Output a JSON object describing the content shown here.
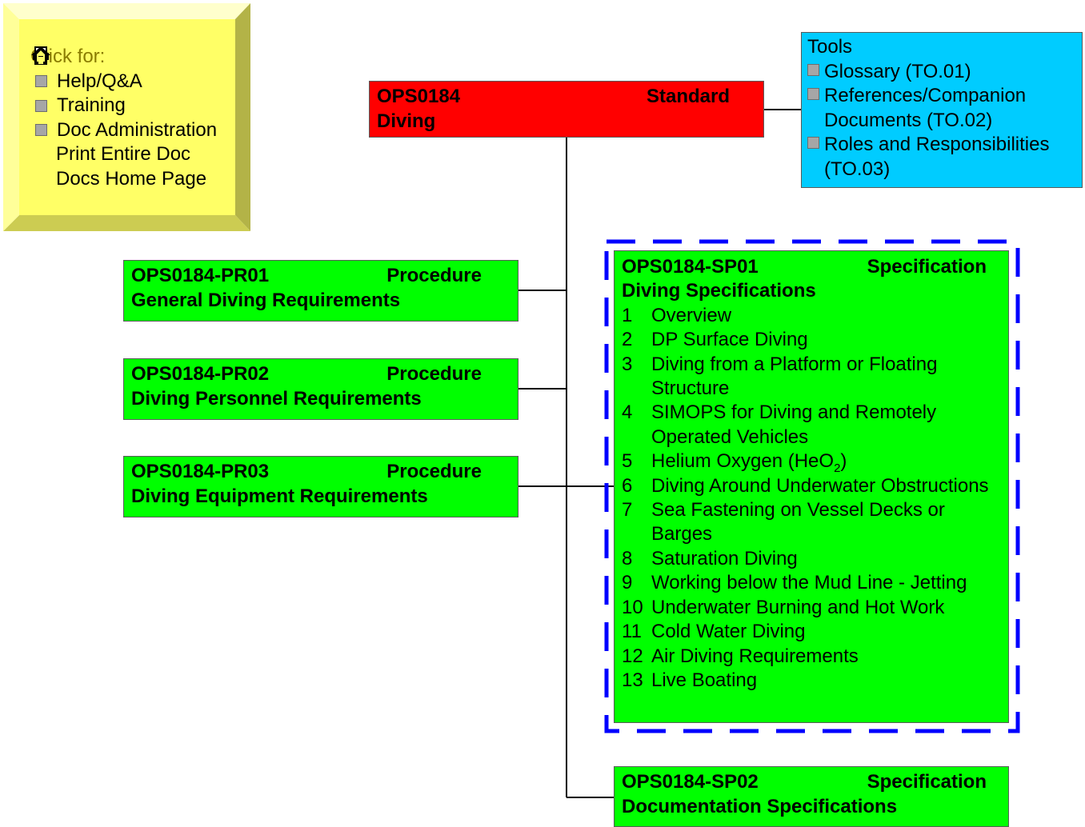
{
  "help_panel": {
    "title": "Click for:",
    "items": [
      {
        "label": "Help/Q&A",
        "icon": "square-bullet-icon"
      },
      {
        "label": "Training",
        "icon": "square-bullet-icon"
      },
      {
        "label": "Doc Administration",
        "icon": "square-bullet-icon"
      },
      {
        "label": "Print Entire Doc",
        "icon": "printer-icon"
      },
      {
        "label": "Docs Home Page",
        "icon": "home-icon"
      }
    ]
  },
  "standard": {
    "code": "OPS0184",
    "type": "Standard",
    "title": "Diving"
  },
  "tools": {
    "title": "Tools",
    "items": [
      {
        "label": "Glossary (TO.01)"
      },
      {
        "label": "References/Companion Documents (TO.02)"
      },
      {
        "label": "Roles and Responsibilities (TO.03)"
      }
    ]
  },
  "procedures": [
    {
      "code": "OPS0184-PR01",
      "type": "Procedure",
      "title": "General Diving Requirements"
    },
    {
      "code": "OPS0184-PR02",
      "type": "Procedure",
      "title": "Diving Personnel Requirements"
    },
    {
      "code": "OPS0184-PR03",
      "type": "Procedure",
      "title": "Diving Equipment Requirements"
    }
  ],
  "specifications": [
    {
      "code": "OPS0184-SP01",
      "type": "Specification",
      "title": "Diving Specifications",
      "sections": [
        {
          "num": "1",
          "title": "Overview"
        },
        {
          "num": "2",
          "title": "DP Surface Diving"
        },
        {
          "num": "3",
          "title": "Diving from a Platform or Floating Structure"
        },
        {
          "num": "4",
          "title": "SIMOPS for Diving and Remotely Operated Vehicles"
        },
        {
          "num": "5",
          "title": "Helium Oxygen (HeO",
          "subscript": "2",
          "suffix": ")"
        },
        {
          "num": "6",
          "title": "Diving Around Underwater Obstructions"
        },
        {
          "num": "7",
          "title": "Sea Fastening on Vessel Decks or Barges"
        },
        {
          "num": "8",
          "title": "Saturation Diving"
        },
        {
          "num": "9",
          "title": "Working below the Mud Line - Jetting"
        },
        {
          "num": "10",
          "title": "Underwater Burning and Hot Work"
        },
        {
          "num": "11",
          "title": "Cold Water Diving"
        },
        {
          "num": "12",
          "title": "Air Diving Requirements"
        },
        {
          "num": "13",
          "title": "Live Boating"
        }
      ]
    },
    {
      "code": "OPS0184-SP02",
      "type": "Specification",
      "title": "Documentation Specifications"
    }
  ],
  "colors": {
    "help_panel": "#ffff66",
    "standard": "#ff0000",
    "tools": "#00ccff",
    "document_box": "#00ff00",
    "highlight_dash": "#0000ff",
    "connector": "#000000"
  }
}
